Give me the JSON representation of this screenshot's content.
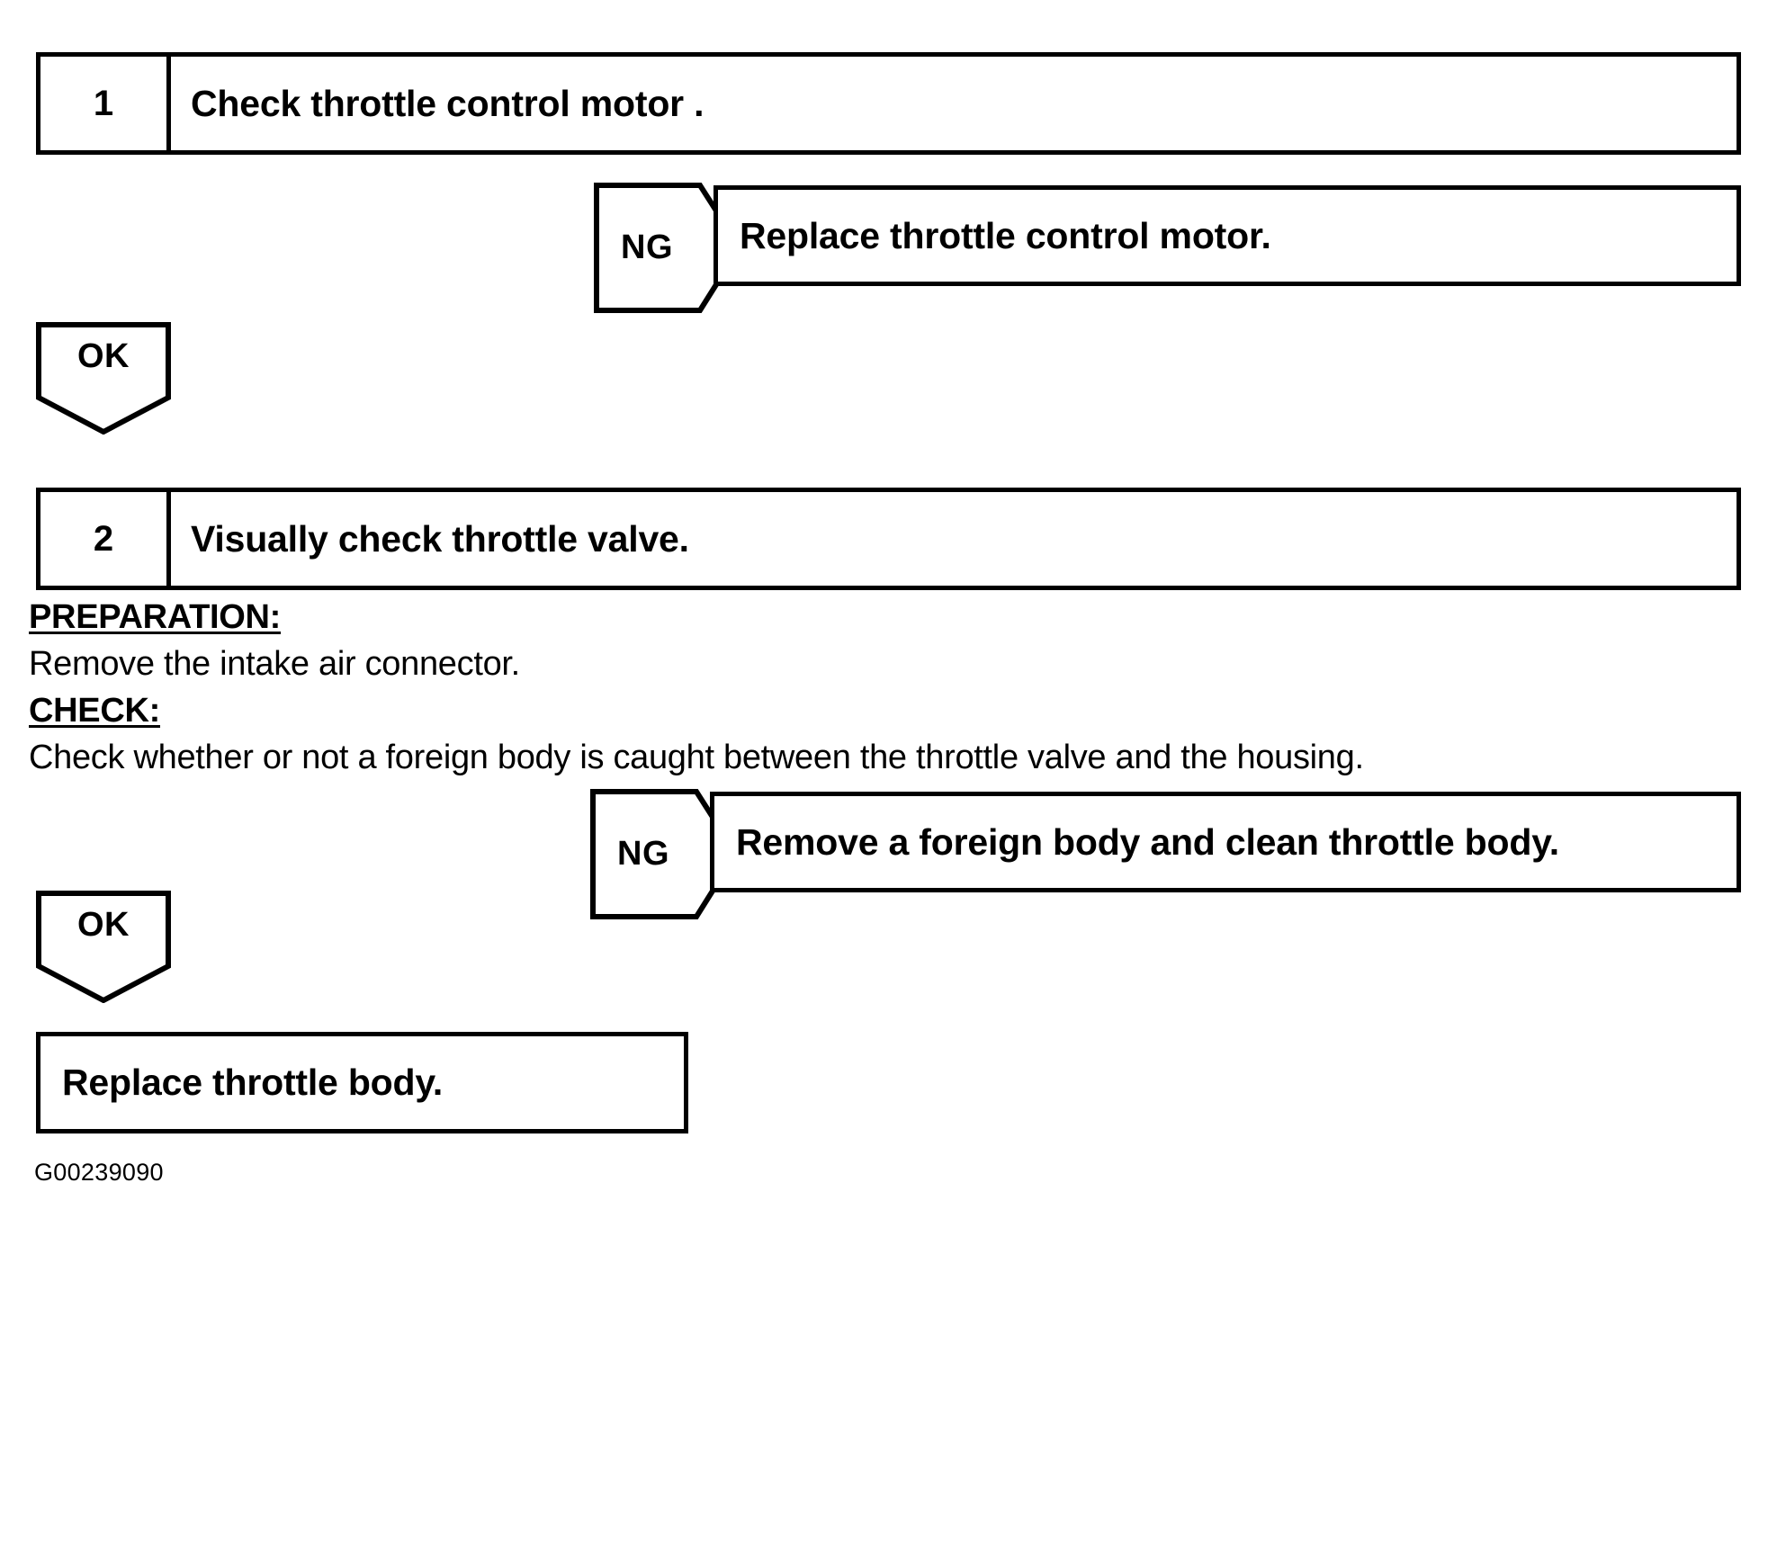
{
  "figure": {
    "code": "G00239090"
  },
  "steps": [
    {
      "number": "1",
      "title": "Check throttle control motor ."
    },
    {
      "number": "2",
      "title": "Visually check throttle valve."
    }
  ],
  "branches": {
    "ng_label": "NG",
    "ok_label": "OK"
  },
  "outcomes": {
    "step1_ng": "Replace throttle control motor.",
    "step2_ng": "Remove a foreign body and clean throttle body.",
    "final": "Replace throttle body."
  },
  "notes": {
    "preparation_header": "PREPARATION:",
    "preparation_text": "Remove the intake air connector.",
    "check_header": "CHECK:",
    "check_text": "Check whether or not a foreign body is caught between the throttle valve and the housing."
  },
  "colors": {
    "ink": "#000000",
    "paper": "#ffffff"
  }
}
